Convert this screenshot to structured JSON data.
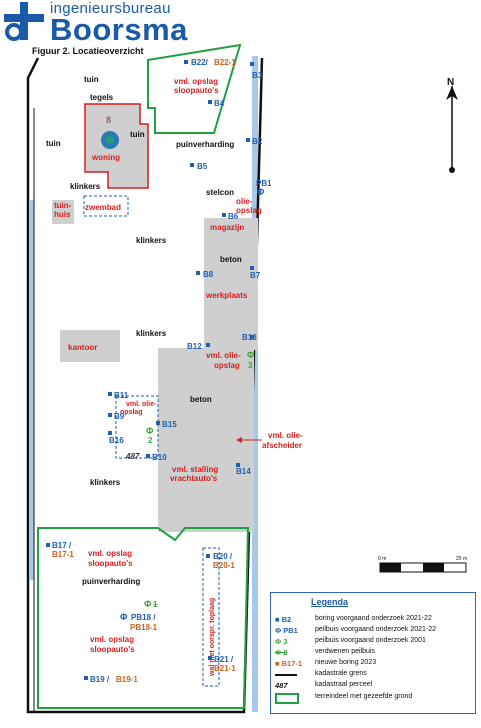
{
  "header": {
    "company_top": "ingenieursbureau",
    "company_name": "Boorsma",
    "figure_title": "Figuur 2. Locatieoverzicht"
  },
  "colors": {
    "brand_blue": "#1a5aa6",
    "boring_blue": "#1f5fb0",
    "label_red": "#d41f1f",
    "new_boring_orange": "#c8641e",
    "peilbuis_2001_green": "#3aa53a",
    "contour_green": "#20a040",
    "building_grey": "#cfcfcf",
    "water_blue": "#a8c8ea"
  },
  "north_arrow": {
    "label": "N"
  },
  "scale_bar": {
    "start_label": "0 m",
    "end_label": "25 m"
  },
  "area_labels": {
    "tuin1": "tuin",
    "tuin2": "tuin",
    "tuin3": "tuin",
    "tegels": "tegels",
    "klinkers1": "klinkers",
    "klinkers2": "klinkers",
    "klinkers3": "klinkers",
    "klinkers4": "klinkers",
    "puinverharding1": "puinverharding",
    "puinverharding2": "puinverharding",
    "stelcon": "stelcon",
    "beton1": "beton",
    "beton2": "beton",
    "parcel_number": "487"
  },
  "feature_labels": {
    "woning": "woning",
    "tuinhuis_1": "tuin-",
    "tuinhuis_2": "huis",
    "zwembad": "zwembad",
    "olieopslag_1": "olie-",
    "olieopslag_2": "opslag",
    "magazijn": "magazijn",
    "werkplaats": "werkplaats",
    "kantoor": "kantoor",
    "vml_olieopslag_a1": "vml. olie-",
    "vml_olieopslag_a2": "opslag",
    "vml_olieopslag_b1": "vml. olie-",
    "vml_olieopslag_b2": "opslag",
    "vml_olieafscheider_1": "vml. olie-",
    "vml_olieafscheider_2": "afscheider",
    "vml_stalling_1": "vml. stalling",
    "vml_stalling_2": "vrachtauto's",
    "vml_opslag_top_1": "vml. opslag",
    "vml_opslag_top_2": "sloopauto's",
    "vml_opslag_mid_1": "vml. opslag",
    "vml_opslag_mid_2": "sloopauto's",
    "vml_opslag_bot_1": "vml. opslag",
    "vml_opslag_bot_2": "sloopauto's",
    "wal_vertical": "wal met oorspr. toplaag",
    "house_number": "8"
  },
  "borings": [
    {
      "id": "B22",
      "label": "B22/",
      "extra": "B22-1"
    },
    {
      "id": "B3",
      "label": "B3"
    },
    {
      "id": "B4",
      "label": "B4"
    },
    {
      "id": "B2",
      "label": "B2"
    },
    {
      "id": "B5",
      "label": "B5"
    },
    {
      "id": "B6",
      "label": "B6"
    },
    {
      "id": "B7",
      "label": "B7"
    },
    {
      "id": "B8",
      "label": "B8"
    },
    {
      "id": "B12",
      "label": "B12"
    },
    {
      "id": "B13",
      "label": "B13"
    },
    {
      "id": "B11",
      "label": "B11"
    },
    {
      "id": "B9",
      "label": "B9"
    },
    {
      "id": "B15",
      "label": "B15"
    },
    {
      "id": "B16",
      "label": "B16"
    },
    {
      "id": "B10",
      "label": "B10"
    },
    {
      "id": "B14",
      "label": "B14"
    },
    {
      "id": "B17",
      "label": "B17 /",
      "extra": "B17-1"
    },
    {
      "id": "B20",
      "label": "B20 /",
      "extra": "B20-1"
    },
    {
      "id": "B21",
      "label": "B21 /",
      "extra": "B21-1"
    },
    {
      "id": "B19",
      "label": "B19 /",
      "extra": "B19-1"
    }
  ],
  "peilbuizen": [
    {
      "id": "PB1",
      "label": "PB1"
    },
    {
      "id": "PB18",
      "label": "PB18 /",
      "extra": "PB18-1"
    },
    {
      "id": "P3",
      "label": "3"
    },
    {
      "id": "P2",
      "label": "2"
    },
    {
      "id": "P1",
      "label": "1"
    }
  ],
  "legend": {
    "title": "Legenda",
    "items": [
      {
        "code": "B2",
        "desc": "boring voorgaand onderzoek 2021-22"
      },
      {
        "code": "PB1",
        "desc": "peilbuis voorgaand onderzoek 2021-22"
      },
      {
        "code": "3",
        "desc": "peilbuis voorgaand onderzoek 2001"
      },
      {
        "code": "2",
        "desc": "verdwenen peilbuis"
      },
      {
        "code": "B17-1",
        "desc": "nieuwe boring 2023"
      },
      {
        "code": "",
        "desc": "kadastrale grens"
      },
      {
        "code": "487",
        "desc": "kadastraal perceel"
      },
      {
        "code": "",
        "desc": "terreindeel met gezeefde grond"
      }
    ]
  }
}
